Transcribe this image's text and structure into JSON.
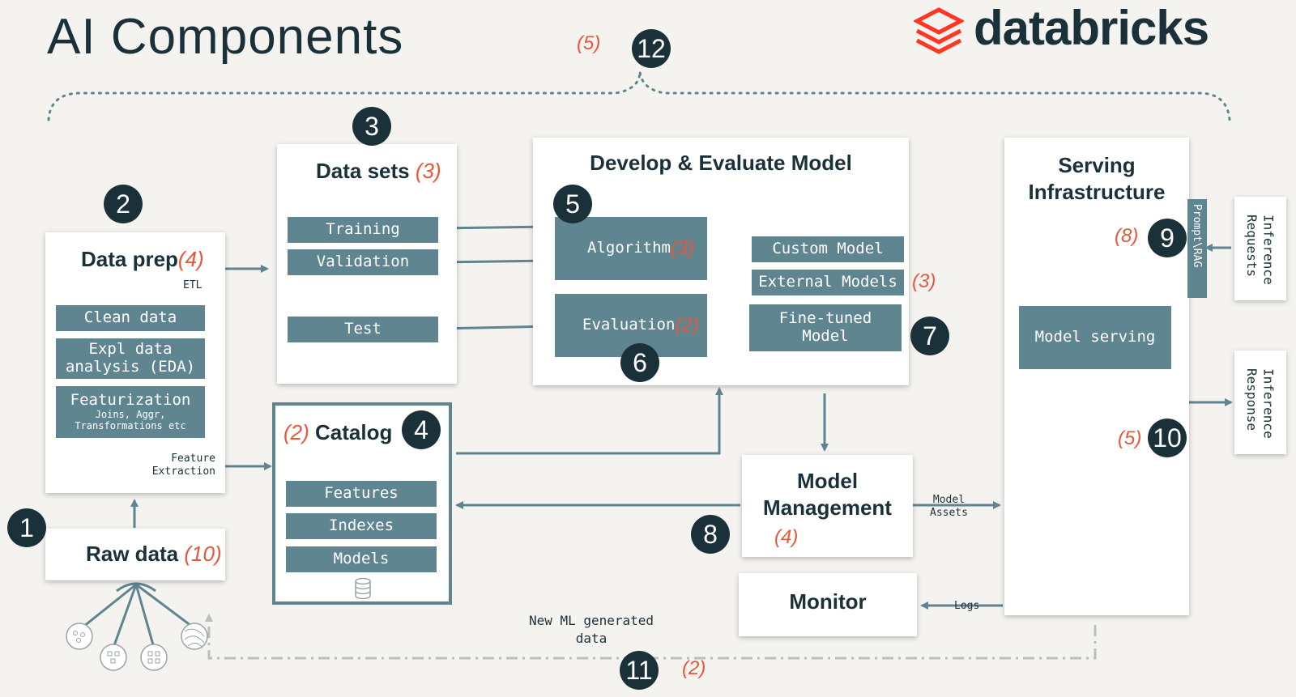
{
  "title": "AI Components",
  "brand": {
    "name": "databricks",
    "color": "#ff3621"
  },
  "colors": {
    "tile": "#5f8590",
    "dark": "#1b3139",
    "accent": "#e8573a"
  },
  "top_note": "(5)",
  "badges": {
    "b1": "1",
    "b2": "2",
    "b3": "3",
    "b4": "4",
    "b5": "5",
    "b6": "6",
    "b7": "7",
    "b8": "8",
    "b9": "9",
    "b10": "10",
    "b11": "11",
    "b12": "12"
  },
  "raw_data": {
    "title": "Raw data",
    "count": "(10)"
  },
  "data_prep": {
    "title": "Data prep",
    "count": "(4)",
    "etl": "ETL",
    "clean": "Clean data",
    "eda_line1": "Expl data",
    "eda_line2": "analysis (EDA)",
    "feat": "Featurization",
    "feat_sub1": "Joins, Aggr,",
    "feat_sub2": "Transformations etc",
    "fe_line1": "Feature",
    "fe_line2": "Extraction"
  },
  "data_sets": {
    "title": "Data sets",
    "count": "(3)",
    "training": "Training",
    "validation": "Validation",
    "test": "Test"
  },
  "catalog": {
    "count": "(2)",
    "title": "Catalog",
    "features": "Features",
    "indexes": "Indexes",
    "models": "Models"
  },
  "develop": {
    "title": "Develop & Evaluate Model",
    "algorithm": "Algorithm",
    "algorithm_count": "(3)",
    "evaluation": "Evaluation",
    "evaluation_count": "(2)",
    "custom": "Custom Model",
    "external": "External Models",
    "external_count": "(3)",
    "finetuned_line1": "Fine-tuned",
    "finetuned_line2": "Model"
  },
  "model_mgmt": {
    "line1": "Model",
    "line2": "Management",
    "count": "(4)",
    "assets_line1": "Model",
    "assets_line2": "Assets"
  },
  "monitor": {
    "title": "Monitor",
    "logs": "Logs"
  },
  "serving": {
    "line1": "Serving",
    "line2": "Infrastructure",
    "prompt": "Prompt\\RAG",
    "count9": "(8)",
    "model_serving": "Model serving",
    "count10": "(5)"
  },
  "inference": {
    "req_line1": "Inference",
    "req_line2": "Requests",
    "resp_line1": "Inference",
    "resp_line2": "Response"
  },
  "new_data": {
    "line1": "New ML generated",
    "line2": "data",
    "count": "(2)"
  }
}
